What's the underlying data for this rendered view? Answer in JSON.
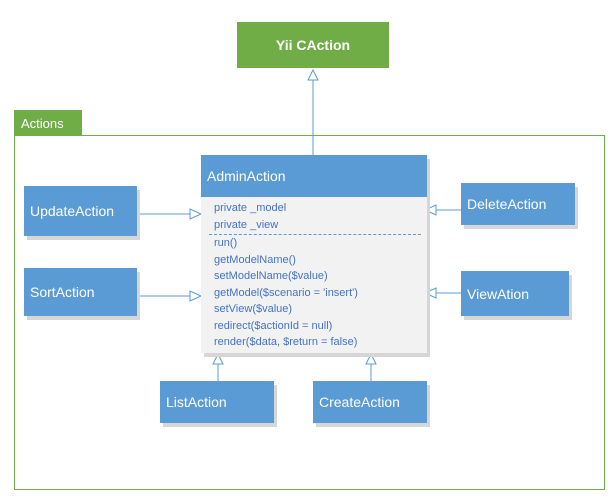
{
  "parent_class": {
    "name": "Yii CAction"
  },
  "package": {
    "label": "Actions"
  },
  "admin_action": {
    "name": "AdminAction",
    "attributes": [
      "private _model",
      "private _view"
    ],
    "methods": [
      "run()",
      "getModelName()",
      "setModelName($value)",
      "getModel($scenario = 'insert')",
      "setView($value)",
      "redirect($actionId = null)",
      "render($data, $return = false)"
    ]
  },
  "subclasses": {
    "update": "UpdateAction",
    "sort": "SortAction",
    "delete": "DeleteAction",
    "view": "ViewAtion",
    "list": "ListAction",
    "create": "CreateAction"
  },
  "colors": {
    "class_fill": "#5b9bd5",
    "parent_fill": "#70ad47",
    "package_border": "#70ad47",
    "member_text": "#4472c4",
    "body_fill": "#f2f2f2"
  }
}
